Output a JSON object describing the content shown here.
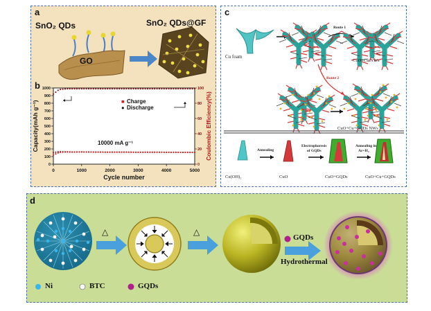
{
  "panel_a": {
    "label": "a",
    "reactant_label": "SnO₂ QDs",
    "substrate_label": "GO",
    "product_label": "SnO₂ QDs@GF"
  },
  "panel_b": {
    "label": "b",
    "legend": {
      "charge": "Charge",
      "discharge": "Discharge"
    },
    "annotation": "10000 mA g⁻¹",
    "colors": {
      "charge": "#d62020",
      "discharge": "#7a0f0f",
      "background": "#ffffff"
    }
  },
  "panel_c": {
    "label": "c",
    "cu_foam": "Cu foam",
    "route1": "Route 1",
    "route2": "Route 2",
    "cuo_cu_nws": "CuO+Cu NWs",
    "cuo_cu_gqds_nws": "CuO+Cu+GQDs NWs",
    "steps": {
      "s1": "Cu(OH)₂",
      "s2": "CuO",
      "s3": "CuO+GQDs",
      "s4": "CuO+Cu+GQDs",
      "a1": "Annealing",
      "a2_line1": "Electrophoresis",
      "a2_line2": "of GQDs",
      "a3_line1": "Annealing in",
      "a3_line2": "Ar+H₂"
    }
  },
  "panel_d": {
    "label": "d",
    "delta1": "△",
    "delta2": "△",
    "gqds_label": "GQDs",
    "hydrothermal": "Hydrothermal",
    "legend": {
      "ni": "Ni",
      "btc": "BTC",
      "gqds": "GQDs"
    },
    "colors": {
      "ni": "#3aa6e0",
      "btc": "#ffffff",
      "gqds": "#b0208a",
      "shell": "#9a9a18",
      "bg": "#c9dd97"
    }
  },
  "chart_data": {
    "type": "scatter",
    "title": "",
    "xlabel": "Cycle number",
    "ylabel": "Capacity(mAh g⁻¹)",
    "y2label": "Coulombic Efficiency(%)",
    "xlim": [
      0,
      5000
    ],
    "ylim": [
      0,
      1000
    ],
    "y2lim": [
      0,
      100
    ],
    "xticks": [
      "0",
      "1000",
      "2000",
      "3000",
      "4000",
      "5000"
    ],
    "yticks": [
      "0",
      "100",
      "200",
      "300",
      "400",
      "500",
      "600",
      "700",
      "800",
      "900",
      "1000"
    ],
    "y2ticks": [
      "0",
      "20",
      "40",
      "60",
      "80",
      "100"
    ],
    "legend_position": "top-right",
    "series": [
      {
        "name": "Charge",
        "axis": "left",
        "x": [
          0,
          200,
          500,
          700,
          1000,
          1500,
          2000,
          2500,
          3000,
          3500,
          4000,
          4500,
          5000
        ],
        "values": [
          120,
          155,
          160,
          158,
          160,
          158,
          157,
          158,
          156,
          157,
          156,
          155,
          155
        ]
      },
      {
        "name": "Discharge",
        "axis": "left",
        "x": [
          0,
          200,
          500,
          700,
          1000,
          1500,
          2000,
          2500,
          3000,
          3500,
          4000,
          4500,
          5000
        ],
        "values": [
          150,
          165,
          162,
          160,
          161,
          159,
          158,
          158,
          157,
          157,
          156,
          156,
          155
        ]
      },
      {
        "name": "Coulombic Efficiency",
        "axis": "right",
        "x": [
          0,
          200,
          500,
          700,
          1000,
          1500,
          2000,
          2500,
          3000,
          3500,
          4000,
          4500,
          5000
        ],
        "values": [
          92,
          98,
          99,
          99,
          99,
          99,
          99,
          99,
          99,
          99,
          99,
          99,
          99
        ]
      }
    ]
  }
}
